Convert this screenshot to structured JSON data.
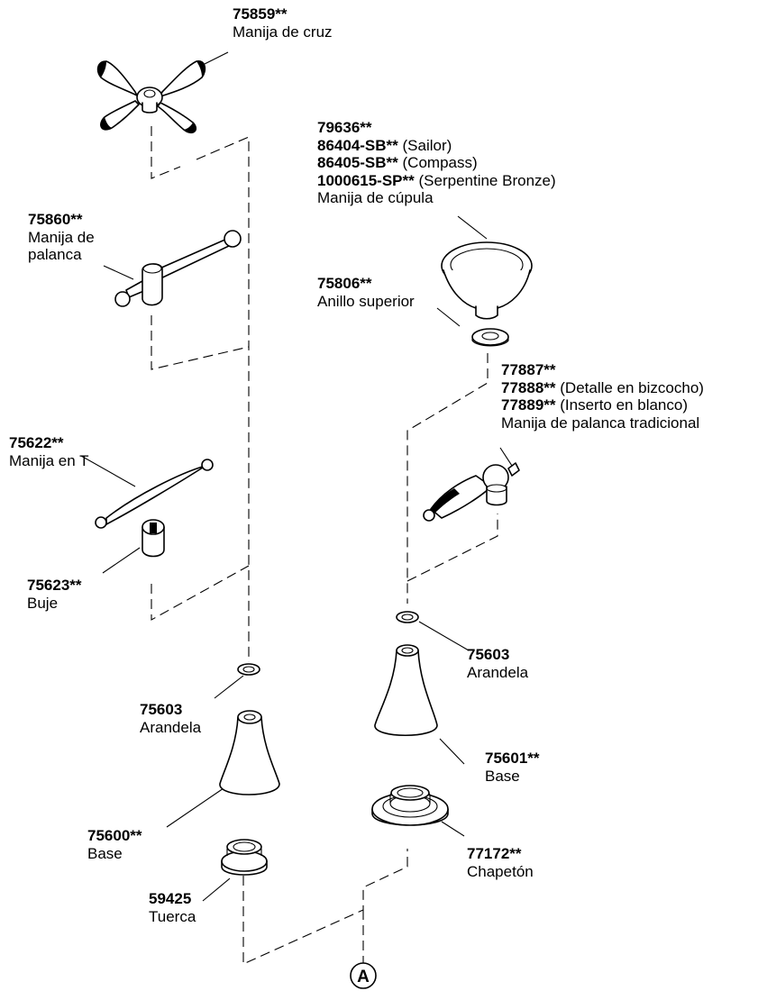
{
  "parts": {
    "cross_handle": {
      "number": "75859**",
      "name": "Manija de cruz"
    },
    "dome_handle": {
      "numbers": [
        {
          "number": "79636**",
          "note": ""
        },
        {
          "number": "86404-SB**",
          "note": "(Sailor)"
        },
        {
          "number": "86405-SB**",
          "note": "(Compass)"
        },
        {
          "number": "1000615-SP**",
          "note": "(Serpentine Bronze)"
        }
      ],
      "name": "Manija de cúpula"
    },
    "lever_handle": {
      "number": "75860**",
      "name_line1": "Manija de",
      "name_line2": "palanca"
    },
    "top_ring": {
      "number": "75806**",
      "name": "Anillo superior"
    },
    "traditional_lever": {
      "numbers": [
        {
          "number": "77887**",
          "note": ""
        },
        {
          "number": "77888**",
          "note": "(Detalle en bizcocho)"
        },
        {
          "number": "77889**",
          "note": "(Inserto en blanco)"
        }
      ],
      "name": "Manija de palanca tradicional"
    },
    "t_handle": {
      "number": "75622**",
      "name": "Manija en T"
    },
    "bushing": {
      "number": "75623**",
      "name": "Buje"
    },
    "washer_right": {
      "number": "75603",
      "name": "Arandela"
    },
    "washer_left": {
      "number": "75603",
      "name": "Arandela"
    },
    "base_right": {
      "number": "75601**",
      "name": "Base"
    },
    "base_left": {
      "number": "75600**",
      "name": "Base"
    },
    "escutcheon": {
      "number": "77172**",
      "name": "Chapetón"
    },
    "nut": {
      "number": "59425",
      "name": "Tuerca"
    },
    "callout": {
      "letter": "A"
    }
  }
}
